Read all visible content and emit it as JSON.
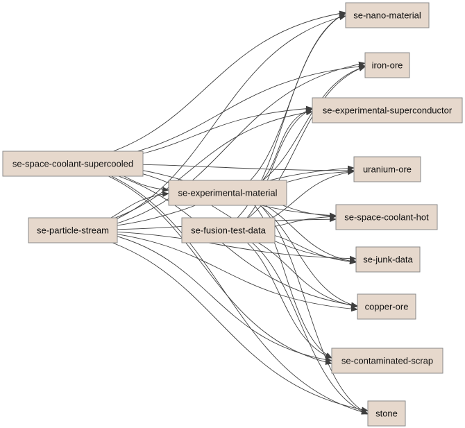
{
  "nodes": [
    {
      "id": "coolant_supercooled",
      "label": "se-space-coolant-supercooled"
    },
    {
      "id": "particle_stream",
      "label": "se-particle-stream"
    },
    {
      "id": "experimental_material",
      "label": "se-experimental-material"
    },
    {
      "id": "fusion_test_data",
      "label": "se-fusion-test-data"
    },
    {
      "id": "nano_material",
      "label": "se-nano-material"
    },
    {
      "id": "iron_ore",
      "label": "iron-ore"
    },
    {
      "id": "experimental_superconductor",
      "label": "se-experimental-superconductor"
    },
    {
      "id": "uranium_ore",
      "label": "uranium-ore"
    },
    {
      "id": "coolant_hot",
      "label": "se-space-coolant-hot"
    },
    {
      "id": "junk_data",
      "label": "se-junk-data"
    },
    {
      "id": "copper_ore",
      "label": "copper-ore"
    },
    {
      "id": "contaminated_scrap",
      "label": "se-contaminated-scrap"
    },
    {
      "id": "stone",
      "label": "stone"
    }
  ],
  "edges": [
    {
      "from": "coolant_supercooled",
      "to": "nano_material"
    },
    {
      "from": "coolant_supercooled",
      "to": "iron_ore"
    },
    {
      "from": "coolant_supercooled",
      "to": "experimental_superconductor"
    },
    {
      "from": "coolant_supercooled",
      "to": "uranium_ore"
    },
    {
      "from": "coolant_supercooled",
      "to": "coolant_hot"
    },
    {
      "from": "coolant_supercooled",
      "to": "junk_data"
    },
    {
      "from": "coolant_supercooled",
      "to": "copper_ore"
    },
    {
      "from": "coolant_supercooled",
      "to": "contaminated_scrap"
    },
    {
      "from": "coolant_supercooled",
      "to": "stone"
    },
    {
      "from": "coolant_supercooled",
      "to": "experimental_material"
    },
    {
      "from": "particle_stream",
      "to": "nano_material"
    },
    {
      "from": "particle_stream",
      "to": "iron_ore"
    },
    {
      "from": "particle_stream",
      "to": "experimental_superconductor"
    },
    {
      "from": "particle_stream",
      "to": "uranium_ore"
    },
    {
      "from": "particle_stream",
      "to": "coolant_hot"
    },
    {
      "from": "particle_stream",
      "to": "junk_data"
    },
    {
      "from": "particle_stream",
      "to": "copper_ore"
    },
    {
      "from": "particle_stream",
      "to": "contaminated_scrap"
    },
    {
      "from": "particle_stream",
      "to": "stone"
    },
    {
      "from": "particle_stream",
      "to": "experimental_material"
    },
    {
      "from": "experimental_material",
      "to": "nano_material"
    },
    {
      "from": "experimental_material",
      "to": "iron_ore"
    },
    {
      "from": "experimental_material",
      "to": "experimental_superconductor"
    },
    {
      "from": "experimental_material",
      "to": "uranium_ore"
    },
    {
      "from": "experimental_material",
      "to": "coolant_hot"
    },
    {
      "from": "experimental_material",
      "to": "junk_data"
    },
    {
      "from": "experimental_material",
      "to": "copper_ore"
    },
    {
      "from": "experimental_material",
      "to": "contaminated_scrap"
    },
    {
      "from": "experimental_material",
      "to": "stone"
    },
    {
      "from": "fusion_test_data",
      "to": "nano_material"
    },
    {
      "from": "fusion_test_data",
      "to": "iron_ore"
    },
    {
      "from": "fusion_test_data",
      "to": "experimental_superconductor"
    },
    {
      "from": "fusion_test_data",
      "to": "uranium_ore"
    },
    {
      "from": "fusion_test_data",
      "to": "coolant_hot"
    },
    {
      "from": "fusion_test_data",
      "to": "junk_data"
    },
    {
      "from": "fusion_test_data",
      "to": "copper_ore"
    },
    {
      "from": "fusion_test_data",
      "to": "contaminated_scrap"
    },
    {
      "from": "fusion_test_data",
      "to": "stone"
    }
  ],
  "colors": {
    "node_fill": "#e6d8cc",
    "node_border": "#8a8a8a",
    "edge": "#3f3f3f",
    "text": "#111111",
    "background": "#ffffff"
  }
}
